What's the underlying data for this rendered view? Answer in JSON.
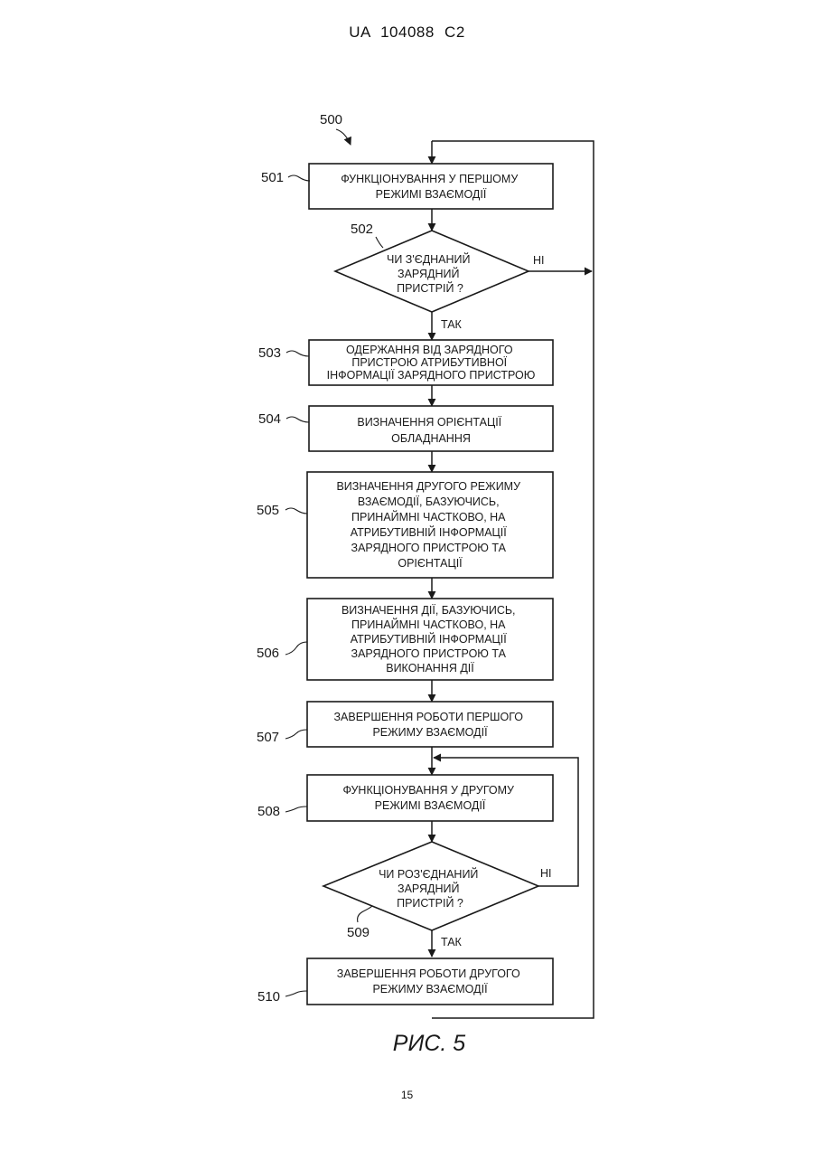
{
  "header": "UA   104088   C2",
  "page_number": "15",
  "figure_ref": "500",
  "caption": "РИС. 5",
  "steps": [
    {
      "ref": "501",
      "lines": [
        "ФУНКЦІОНУВАННЯ У ПЕРШОМУ",
        "РЕЖИМІ ВЗАЄМОДІЇ"
      ]
    },
    {
      "ref": "502",
      "lines": [
        "ЧИ  З'ЄДНАНИЙ",
        "ЗАРЯДНИЙ",
        "ПРИСТРІЙ ?"
      ],
      "no": "НІ",
      "yes": "ТАК"
    },
    {
      "ref": "503",
      "lines": [
        "ОДЕРЖАННЯ ВІД ЗАРЯДНОГО",
        "ПРИСТРОЮ АТРИБУТИВНОЇ",
        "ІНФОРМАЦІЇ ЗАРЯДНОГО ПРИСТРОЮ"
      ]
    },
    {
      "ref": "504",
      "lines": [
        "ВИЗНАЧЕННЯ ОРІЄНТАЦІЇ",
        "ОБЛАДНАННЯ"
      ]
    },
    {
      "ref": "505",
      "lines": [
        "ВИЗНАЧЕННЯ ДРУГОГО РЕЖИМУ",
        "ВЗАЄМОДІЇ, БАЗУЮЧИСЬ,",
        "ПРИНАЙМНІ ЧАСТКОВО, НА",
        "АТРИБУТИВНІЙ ІНФОРМАЦІЇ",
        "ЗАРЯДНОГО ПРИСТРОЮ ТА",
        "ОРІЄНТАЦІЇ"
      ]
    },
    {
      "ref": "506",
      "lines": [
        "ВИЗНАЧЕННЯ ДІЇ, БАЗУЮЧИСЬ,",
        "ПРИНАЙМНІ ЧАСТКОВО, НА",
        "АТРИБУТИВНІЙ ІНФОРМАЦІЇ",
        "ЗАРЯДНОГО ПРИСТРОЮ ТА",
        "ВИКОНАННЯ ДІЇ"
      ]
    },
    {
      "ref": "507",
      "lines": [
        "ЗАВЕРШЕННЯ РОБОТИ ПЕРШОГО",
        "РЕЖИМУ ВЗАЄМОДІЇ"
      ]
    },
    {
      "ref": "508",
      "lines": [
        "ФУНКЦІОНУВАННЯ У ДРУГОМУ",
        "РЕЖИМІ ВЗАЄМОДІЇ"
      ]
    },
    {
      "ref": "509",
      "lines": [
        "ЧИ  РОЗ'ЄДНАНИЙ",
        "ЗАРЯДНИЙ",
        "ПРИСТРІЙ ?"
      ],
      "no": "НІ",
      "yes": "ТАК"
    },
    {
      "ref": "510",
      "lines": [
        "ЗАВЕРШЕННЯ РОБОТИ ДРУГОГО",
        "РЕЖИМУ ВЗАЄМОДІЇ"
      ]
    }
  ]
}
